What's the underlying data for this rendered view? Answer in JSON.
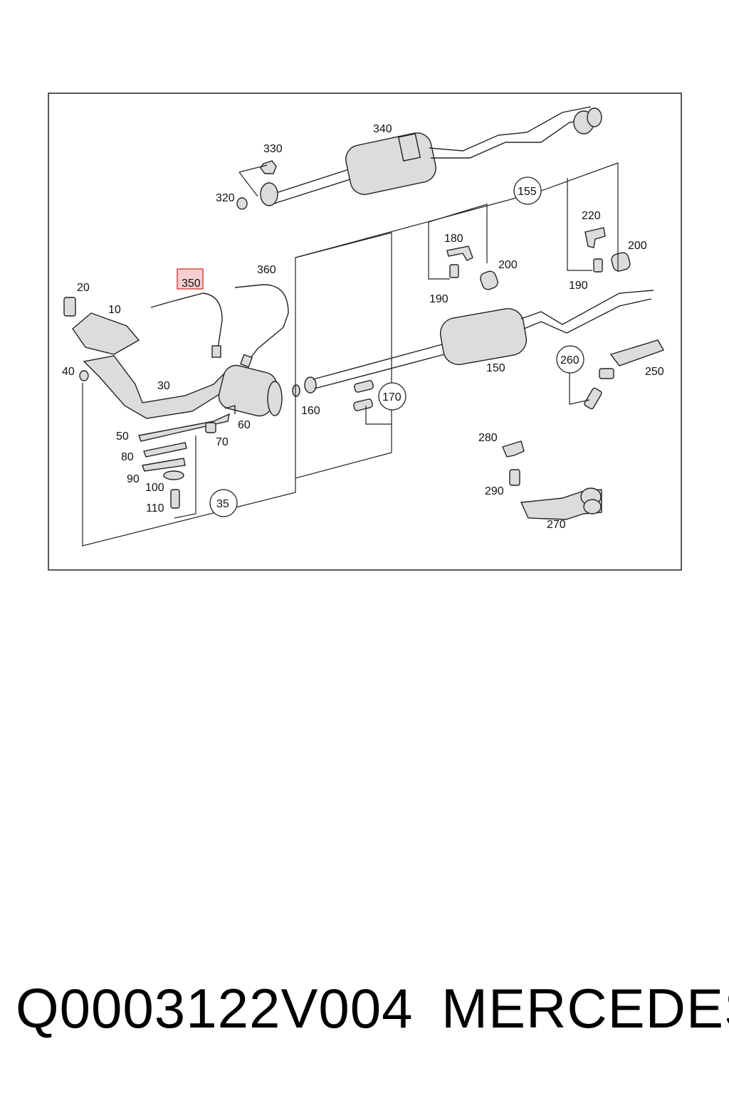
{
  "callouts": {
    "c10": "10",
    "c20": "20",
    "c30": "30",
    "c35": "35",
    "c40": "40",
    "c50": "50",
    "c60": "60",
    "c70": "70",
    "c80": "80",
    "c90": "90",
    "c100": "100",
    "c110": "110",
    "c150": "150",
    "c155": "155",
    "c160": "160",
    "c170": "170",
    "c180": "180",
    "c190a": "190",
    "c190b": "190",
    "c200a": "200",
    "c200b": "200",
    "c220": "220",
    "c250": "250",
    "c260": "260",
    "c270": "270",
    "c280": "280",
    "c290": "290",
    "c320": "320",
    "c330": "330",
    "c340": "340",
    "c350": "350",
    "c360": "360"
  },
  "highlighted_callout": "350",
  "colors": {
    "highlight": "#d9534f",
    "line": "#222222",
    "part_fill": "#dcdcdc"
  },
  "footer": {
    "part_number": "Q0003122V004",
    "brand": "MERCEDES"
  }
}
